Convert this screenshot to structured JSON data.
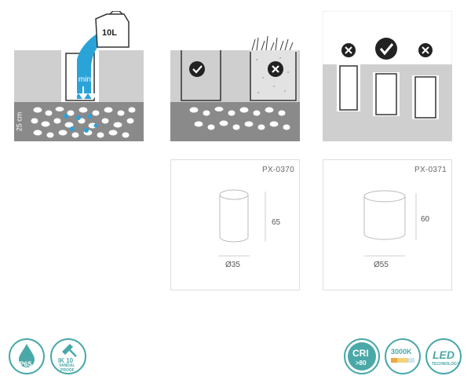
{
  "install": {
    "water_volume": "10L",
    "drain_time": "15 min",
    "gravel_depth": "25 cm"
  },
  "products": [
    {
      "code": "PX-0370",
      "height": "65",
      "diameter": "Ø35"
    },
    {
      "code": "PX-0371",
      "height": "60",
      "diameter": "Ø55"
    }
  ],
  "badges": {
    "ip": "IP65",
    "ik_line1": "IK 10",
    "ik_line2": "VANDAL",
    "ik_line3": "PROOF",
    "cri_top": "CRI",
    "cri_bottom": ">80",
    "cct": "3000K",
    "led": "LED",
    "led_sub": "TECHNOLOGY"
  },
  "colors": {
    "accent": "#4aa8a8",
    "water": "#2aa3d8",
    "ground": "#8a8a8a"
  }
}
